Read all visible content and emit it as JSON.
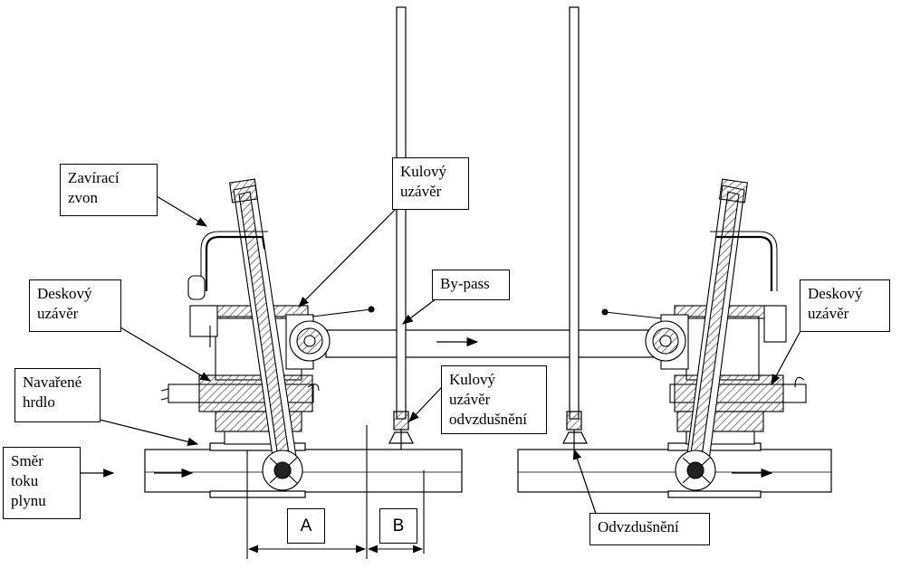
{
  "labels": {
    "zaviraci_zvon": [
      "Zavírací",
      "zvon"
    ],
    "deskovy_uzaver_left": [
      "Deskový",
      "uzávěr"
    ],
    "navarene_hrdlo": [
      "Navařené",
      "hrdlo"
    ],
    "smer_toku_plynu": [
      "Směr",
      "toku",
      "plynu"
    ],
    "kulovy_uzaver": [
      "Kulový",
      "uzávěr"
    ],
    "by_pass": "By-pass",
    "kulovy_uzaver_odvzdusneni": [
      "Kulový",
      "uzávěr",
      "odvzdušnění"
    ],
    "deskovy_uzaver_right": [
      "Deskový",
      "uzávěr"
    ],
    "odvzdusneni": "Odvzdušnění"
  },
  "dimensions": {
    "a": "A",
    "b": "B"
  },
  "colors": {
    "line": "#000000",
    "background": "#ffffff",
    "fill": "#d9d9d9",
    "hatch": "#555555"
  }
}
